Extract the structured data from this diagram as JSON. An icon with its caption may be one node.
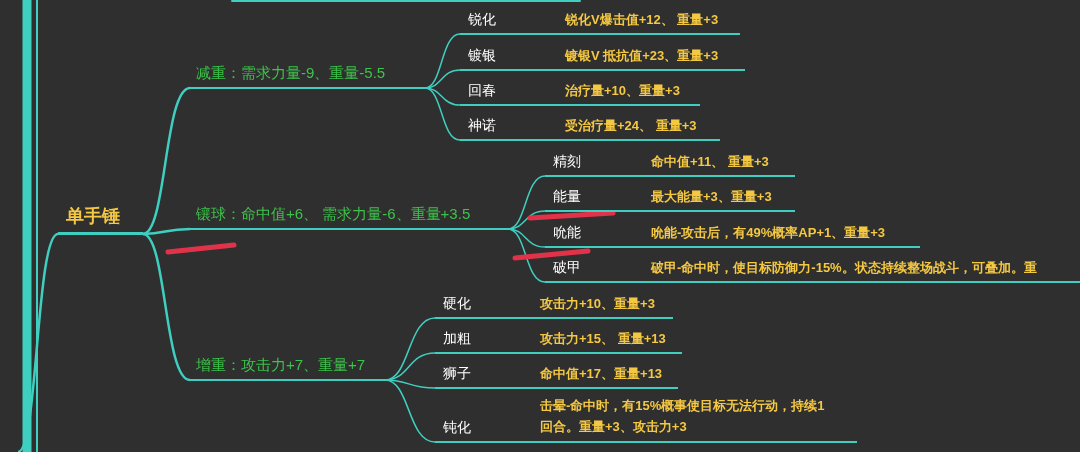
{
  "diagram": {
    "nodes": [
      {
        "text": [
          "单手锤"
        ]
      },
      {
        "text": [
          "减重：需求力量-9、重量-5.5"
        ]
      },
      {
        "text": [
          "锐化",
          "锐化V爆击值+12、 重量+3"
        ]
      },
      {
        "text": [
          "镀银",
          "镀银V 抵抗值+23、重量+3"
        ]
      },
      {
        "text": [
          "回春",
          "治疗量+10、重量+3"
        ]
      },
      {
        "text": [
          "神诺",
          "受治疗量+24、 重量+3"
        ]
      },
      {
        "text": [
          "镶球：命中值+6、 需求力量-6、重量+3.5"
        ]
      },
      {
        "text": [
          "精刻",
          "命中值+11、 重量+3"
        ]
      },
      {
        "text": [
          "能量",
          "最大能量+3、重量+3"
        ]
      },
      {
        "text": [
          "吮能",
          "吮能-攻击后，有49%概率AP+1、重量+3"
        ]
      },
      {
        "text": [
          "破甲",
          "破甲-命中时，使目标防御力-15%。状态持续整场战斗，可叠加。重"
        ]
      },
      {
        "text": [
          "增重：攻击力+7、重量+7"
        ]
      },
      {
        "text": [
          "硬化",
          "攻击力+10、重量+3"
        ]
      },
      {
        "text": [
          "加粗",
          "攻击力+15、 重量+13"
        ]
      },
      {
        "text": [
          "狮子",
          "命中值+17、重量+13"
        ]
      },
      {
        "text": [
          "钝化",
          "击晕-命中时，有15%概事使目标无法行动，持续1回合。重量+3、攻击力+3"
        ]
      }
    ],
    "edges": [
      {
        "from": null,
        "to": 0,
        "arrow": "none"
      },
      {
        "from": 0,
        "to": 1,
        "arrow": "none"
      },
      {
        "from": 0,
        "to": 6,
        "arrow": "none"
      },
      {
        "from": 0,
        "to": 11,
        "arrow": "none"
      },
      {
        "from": 1,
        "to": 2,
        "arrow": "none"
      },
      {
        "from": 1,
        "to": 3,
        "arrow": "none"
      },
      {
        "from": 1,
        "to": 4,
        "arrow": "none"
      },
      {
        "from": 1,
        "to": 5,
        "arrow": "none"
      },
      {
        "from": 6,
        "to": 7,
        "arrow": "none"
      },
      {
        "from": 6,
        "to": 8,
        "arrow": "none"
      },
      {
        "from": 6,
        "to": 9,
        "arrow": "none"
      },
      {
        "from": 6,
        "to": 10,
        "arrow": "none"
      },
      {
        "from": 11,
        "to": 12,
        "arrow": "none"
      },
      {
        "from": 11,
        "to": 13,
        "arrow": "none"
      },
      {
        "from": 11,
        "to": 14,
        "arrow": "none"
      },
      {
        "from": 11,
        "to": 15,
        "arrow": "none"
      }
    ]
  }
}
